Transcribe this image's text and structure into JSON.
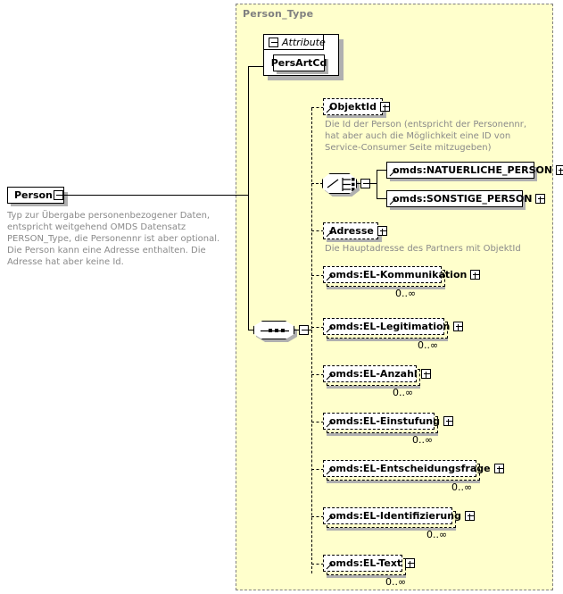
{
  "diagram": {
    "type_container_label": "Person_Type",
    "root": {
      "name": "Person",
      "expander": "minus",
      "annotation": "Typ zur Übergabe personenbezogener Daten, entspricht weitgehend OMDS Datensatz PERSON_Type, die Personennr ist aber optional. Die Person kann eine Adresse enthalten. Die Adresse hat aber keine Id."
    },
    "attribute_group": {
      "label": "Attribute",
      "expander": "minus",
      "attributes": [
        {
          "name": "PersArtCd"
        }
      ]
    },
    "compositors": [
      {
        "kind": "choice",
        "expander": "minus"
      },
      {
        "kind": "sequence",
        "expander": "minus"
      }
    ],
    "nodes": [
      {
        "name": "ObjektId",
        "border": "dashed",
        "expander": "plus",
        "repeating": false,
        "occurs": "",
        "annotation": "Die Id der Person (entspricht der Personennr, hat aber auch die Möglichkeit eine ID von Service-Consumer Seite mitzugeben)"
      },
      {
        "name": "omds:NATUERLICHE_PERSON",
        "border": "solid",
        "expander": "plus",
        "repeating": false,
        "occurs": "",
        "annotation": ""
      },
      {
        "name": "omds:SONSTIGE_PERSON",
        "border": "solid",
        "expander": "plus",
        "repeating": false,
        "occurs": "",
        "annotation": ""
      },
      {
        "name": "Adresse",
        "border": "dashed",
        "expander": "plus",
        "repeating": false,
        "occurs": "",
        "annotation": "Die Hauptadresse des Partners mit ObjektId"
      },
      {
        "name": "omds:EL-Kommunikation",
        "border": "dashed",
        "expander": "plus",
        "repeating": true,
        "occurs": "0..∞",
        "annotation": ""
      },
      {
        "name": "omds:EL-Legitimation",
        "border": "dashed",
        "expander": "plus",
        "repeating": true,
        "occurs": "0..∞",
        "annotation": ""
      },
      {
        "name": "omds:EL-Anzahl",
        "border": "dashed",
        "expander": "plus",
        "repeating": true,
        "occurs": "0..∞",
        "annotation": ""
      },
      {
        "name": "omds:EL-Einstufung",
        "border": "dashed",
        "expander": "plus",
        "repeating": true,
        "occurs": "0..∞",
        "annotation": ""
      },
      {
        "name": "omds:EL-Entscheidungsfrage",
        "border": "dashed",
        "expander": "plus",
        "repeating": true,
        "occurs": "0..∞",
        "annotation": ""
      },
      {
        "name": "omds:EL-Identifizierung",
        "border": "dashed",
        "expander": "plus",
        "repeating": true,
        "occurs": "0..∞",
        "annotation": ""
      },
      {
        "name": "omds:EL-Text",
        "border": "dashed",
        "expander": "plus",
        "repeating": true,
        "occurs": "0..∞",
        "annotation": ""
      }
    ],
    "colors": {
      "type_background": "#ffffcc",
      "node_background": "#ffffff",
      "annotation_text": "#8a8a8a",
      "line": "#000000",
      "shadow": "#b0b0b0"
    }
  }
}
